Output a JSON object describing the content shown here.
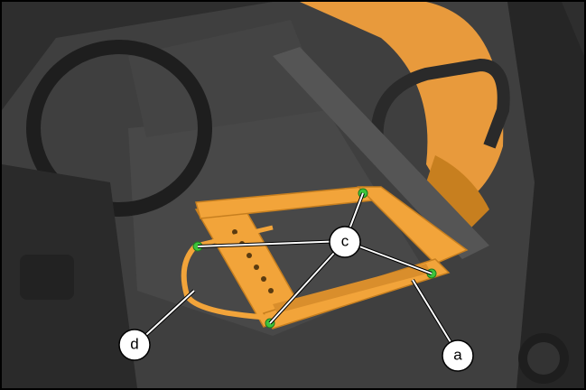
{
  "callouts": {
    "a": "a",
    "c": "c",
    "d": "d"
  },
  "colors": {
    "frame": "#f2a43a",
    "frame_shadow": "#c77f1f",
    "seat": "#e89a3c",
    "fastener": "#3cc43c",
    "body_dark": "#3a3a3a",
    "floor": "#4a4a4a",
    "outline": "#000000"
  }
}
